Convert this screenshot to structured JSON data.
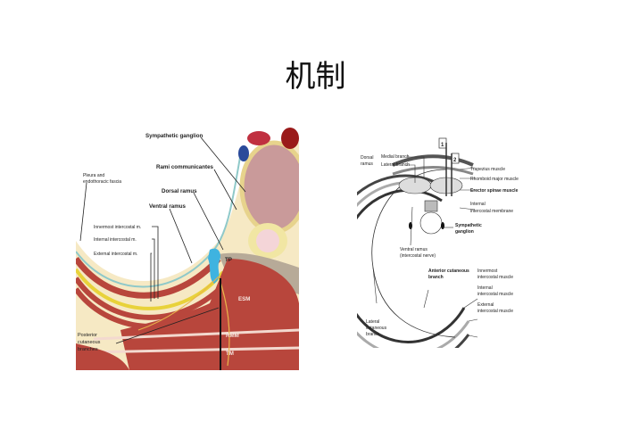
{
  "slide": {
    "title": "机制"
  },
  "left_figure": {
    "labels": {
      "sympathetic_ganglion": "Sympathetic ganglion",
      "rami_communicantes": "Rami communicantes",
      "pleura_1": "Pleura and",
      "pleura_2": "endothoracic fascia",
      "dorsal_ramus": "Dorsal ramus",
      "ventral_ramus": "Ventral ramus",
      "innermost": "Innermost intercostal m.",
      "internal": "Internal intercostal m.",
      "external": "External intercostal m.",
      "tp": "TP",
      "esm": "ESM",
      "rmm": "RMM",
      "tm": "TM",
      "posterior_1": "Posterior",
      "posterior_2": "cutaneous",
      "posterior_3": "branches"
    },
    "colors": {
      "muscle": "#b8463c",
      "fat": "#f6e9c4",
      "nerve": "#e8d23a",
      "injectate": "#3fb3e0"
    }
  },
  "right_figure": {
    "labels": {
      "dorsal_1": "Dorsal",
      "dorsal_2": "ramus",
      "medial": "Medial branch",
      "lateral": "Lateral branch",
      "marker_1": "1",
      "marker_2": "2",
      "trapezius": "Trapezius muscle",
      "rhomboid": "Rhomboid major muscle",
      "erector": "Erector spinae muscle",
      "internal_membrane_1": "Internal",
      "internal_membrane_2": "intercostal membrane",
      "symp_1": "Sympathetic",
      "symp_2": "ganglion",
      "ventral_1": "Ventral ramus",
      "ventral_2": "(intercostal nerve)",
      "anterior_1": "Anterior cutaneous",
      "anterior_2": "branch",
      "innermost_1": "Innermost",
      "innermost_2": "intercostal muscle",
      "internal_1": "Internal",
      "internal_2": "intercostal muscle",
      "external_1": "External",
      "external_2": "intercostal muscle",
      "lateral_cut_1": "Lateral",
      "lateral_cut_2": "cutaneous",
      "lateral_cut_3": "branch"
    }
  }
}
